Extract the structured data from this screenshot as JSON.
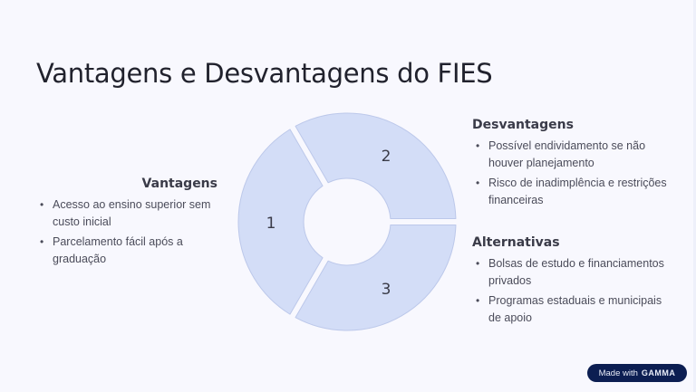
{
  "slide": {
    "title": "Vantagens e Desvantagens do FIES",
    "background": "#f8f8fe"
  },
  "diagram": {
    "type": "cycle-donut",
    "segment_fill": "#d3ddf7",
    "segment_stroke": "#bcc8ea",
    "segments": [
      {
        "label": "1"
      },
      {
        "label": "2"
      },
      {
        "label": "3"
      }
    ]
  },
  "sections": {
    "vantagens": {
      "heading": "Vantagens",
      "items": [
        "Acesso ao ensino superior sem custo inicial",
        "Parcelamento fácil após a graduação"
      ]
    },
    "desvantagens": {
      "heading": "Desvantagens",
      "items": [
        "Possível endividamento se não houver planejamento",
        "Risco de inadimplência e restrições financeiras"
      ]
    },
    "alternativas": {
      "heading": "Alternativas",
      "items": [
        "Bolsas de estudo e financiamentos privados",
        "Programas estaduais e municipais de apoio"
      ]
    }
  },
  "bullet_glyph": "•",
  "badge": {
    "prefix": "Made with",
    "brand": "GAMMA",
    "color": "#0c1e52"
  }
}
